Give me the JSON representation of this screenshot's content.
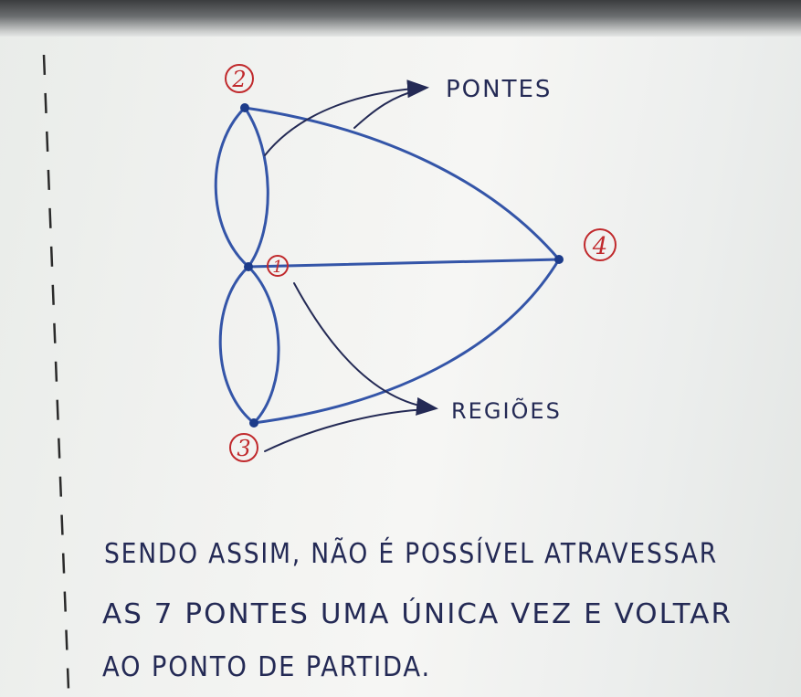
{
  "diagram": {
    "nodes": [
      {
        "id": "1",
        "label": "1"
      },
      {
        "id": "2",
        "label": "2"
      },
      {
        "id": "3",
        "label": "3"
      },
      {
        "id": "4",
        "label": "4"
      }
    ],
    "edges": [
      {
        "from": "2",
        "to": "1",
        "kind": "bridge"
      },
      {
        "from": "2",
        "to": "1",
        "kind": "bridge"
      },
      {
        "from": "1",
        "to": "3",
        "kind": "bridge"
      },
      {
        "from": "1",
        "to": "3",
        "kind": "bridge"
      },
      {
        "from": "1",
        "to": "4",
        "kind": "bridge"
      },
      {
        "from": "2",
        "to": "4",
        "kind": "bridge"
      },
      {
        "from": "3",
        "to": "4",
        "kind": "bridge"
      }
    ],
    "annotations": {
      "bridges": "PONTES",
      "regions": "REGIÕES"
    }
  },
  "text": {
    "line1": "SENDO ASSIM, NÃO É POSSÍVEL ATRAVESSAR",
    "line2": "AS 7 PONTES UMA ÚNICA VEZ E VOLTAR",
    "line3": "AO PONTO DE PARTIDA."
  },
  "colors": {
    "edge": "#3455a8",
    "node": "#1c3b8a",
    "node_label": "#c0292c",
    "ink": "#242a55"
  }
}
